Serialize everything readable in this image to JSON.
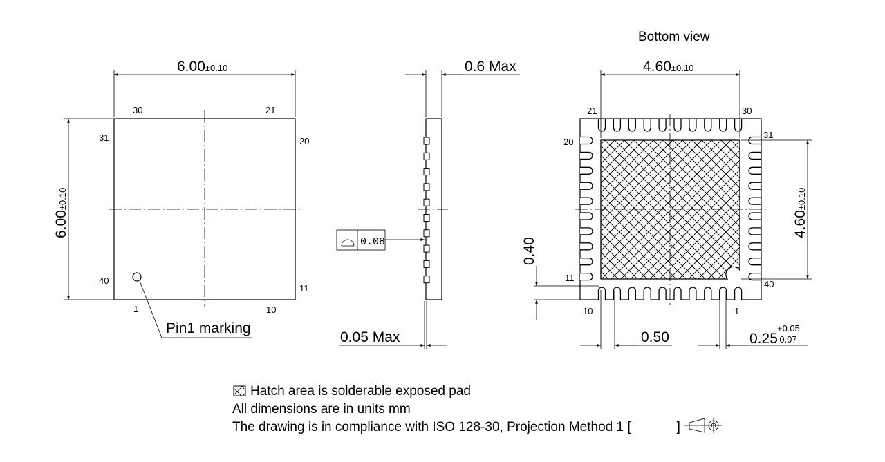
{
  "top_view": {
    "width_dim": "6.00",
    "width_tol": "±0.10",
    "height_dim": "6.00",
    "height_tol": "±0.10",
    "pin_labels": {
      "p30": "30",
      "p21": "21",
      "p31": "31",
      "p20": "20",
      "p40": "40",
      "p11": "11",
      "p1": "1",
      "p10": "10"
    },
    "pin1_label": "Pin1 marking"
  },
  "side_view": {
    "height_dim": "0.6 Max",
    "standoff_dim": "0.05 Max",
    "flatness_value": "0.08"
  },
  "bottom_view": {
    "title": "Bottom view",
    "pad_width_dim": "4.60",
    "pad_width_tol": "±0.10",
    "pad_height_dim": "4.60",
    "pad_height_tol": "±0.10",
    "lead_length_dim": "0.40",
    "pitch_dim": "0.50",
    "lead_width_dim": "0.25",
    "lead_width_tol_plus": "+0.05",
    "lead_width_tol_minus": "-0.07",
    "pin_labels": {
      "p21": "21",
      "p30": "30",
      "p20": "20",
      "p31": "31",
      "p11": "11",
      "p40": "40",
      "p10": "10",
      "p1": "1"
    }
  },
  "notes": {
    "line1": "Hatch area is solderable exposed pad",
    "line2": "All dimensions are in units mm",
    "line3_prefix": "The drawing is in compliance with ISO 128-30, Projection Method 1 [",
    "line3_suffix": "]"
  }
}
